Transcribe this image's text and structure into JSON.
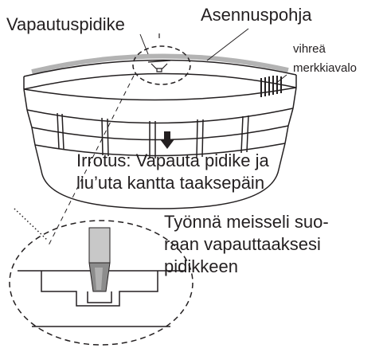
{
  "labels": {
    "release_clip": "Vapautuspidike",
    "mounting_base": "Asennuspohja",
    "green_indicator_line1": "vihreä",
    "green_indicator_line2": "merkkiavalo",
    "removal_line1": "Irrotus: Vapauta pidike ja",
    "removal_line2": "liu’uta kantta taaksepäin",
    "screwdriver_line1": "Työnnä meisseli suo-",
    "screwdriver_line2": "raan vapauttaaksesi",
    "screwdriver_line3": "pidikkeen"
  },
  "colors": {
    "line": "#231f20",
    "base_rim": "#b3b3b3",
    "screwdriver_light": "#c8c8c8",
    "screwdriver_dark": "#8c8c8c",
    "background": "#ffffff"
  },
  "icons": {
    "arrow": "down-arrow-icon"
  }
}
